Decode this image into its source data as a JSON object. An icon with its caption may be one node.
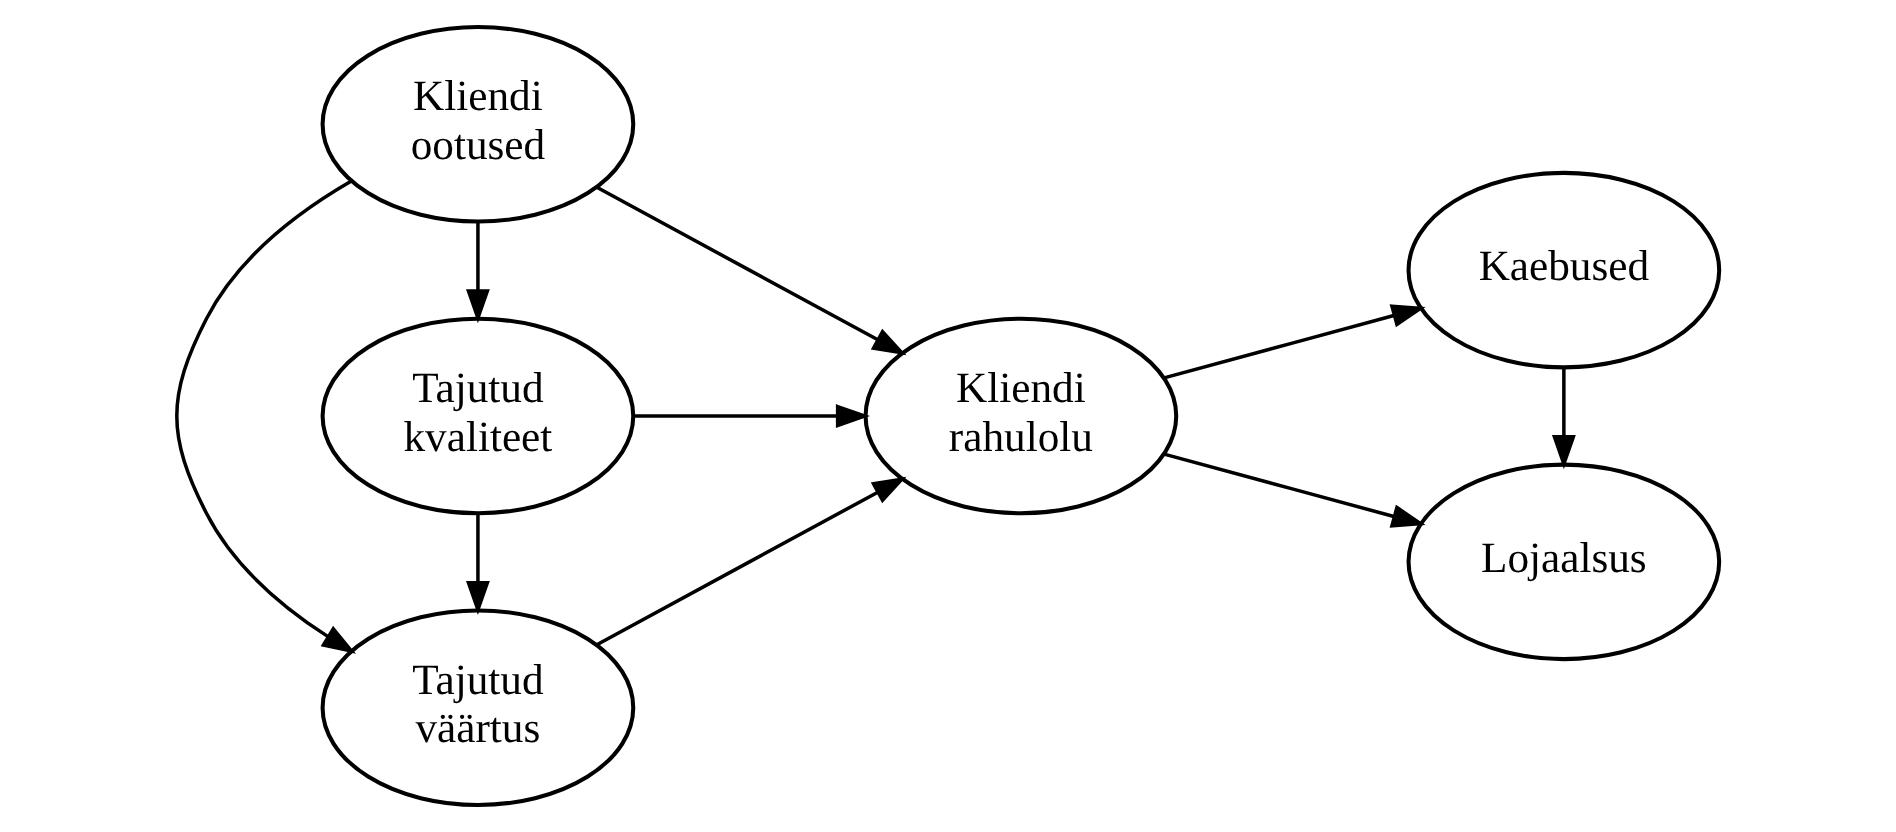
{
  "diagram": {
    "nodes": [
      {
        "text": [
          "Kliendi ootused"
        ]
      },
      {
        "text": [
          "Tajutud väärtus"
        ]
      },
      {
        "text": [
          "Tajutud kvaliteet"
        ]
      },
      {
        "text": [
          "Kliendi rahulolu"
        ]
      },
      {
        "text": [
          "Kaebused"
        ]
      },
      {
        "text": [
          "Lojaalsus"
        ]
      }
    ],
    "edges": [
      {
        "from": 0,
        "to": 1,
        "arrow": "to"
      },
      {
        "from": 0,
        "to": 3,
        "arrow": "to"
      },
      {
        "from": 0,
        "to": 2,
        "arrow": "to"
      },
      {
        "from": 2,
        "to": 1,
        "arrow": "to"
      },
      {
        "from": 1,
        "to": 3,
        "arrow": "to"
      },
      {
        "from": 2,
        "to": 3,
        "arrow": "to"
      },
      {
        "from": 3,
        "to": 4,
        "arrow": "to"
      },
      {
        "from": 3,
        "to": 5,
        "arrow": "to"
      },
      {
        "from": 4,
        "to": 5,
        "arrow": "to"
      }
    ]
  }
}
